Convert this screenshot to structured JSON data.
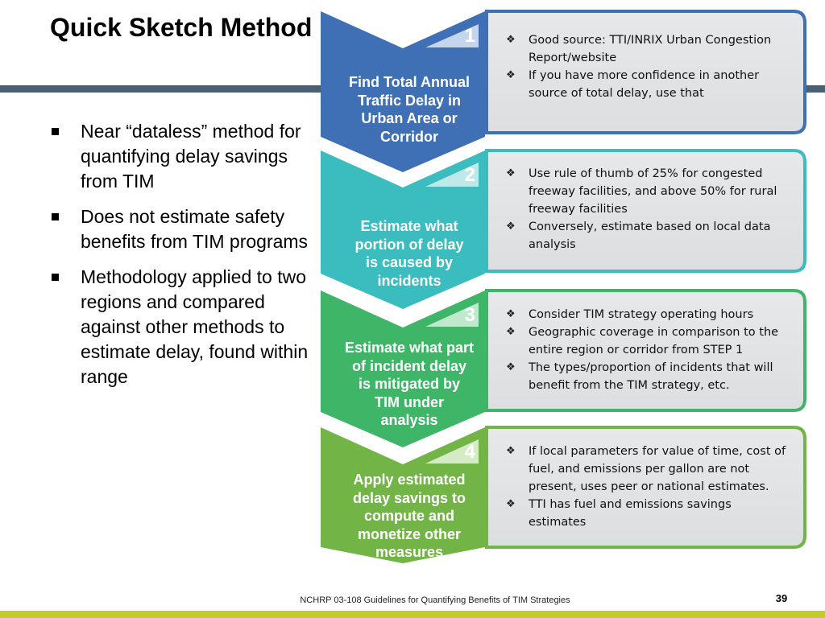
{
  "slide": {
    "title": "Quick Sketch Method",
    "bullets": [
      "Near “dataless” method for quantifying delay savings from TIM",
      "Does not estimate safety benefits from TIM programs",
      "Methodology applied to two regions and compared against other methods to estimate delay, found within range"
    ]
  },
  "steps": [
    {
      "number": "1",
      "title_lines": [
        "Find Total Annual",
        "Traffic Delay in",
        "Urban Area or",
        "Corridor"
      ],
      "color": "#3f6fb5",
      "items": [
        "Good source:  TTI/INRIX Urban Congestion Report/website",
        "If you have more confidence in another source of total delay, use that"
      ]
    },
    {
      "number": "2",
      "title_lines": [
        "Estimate what",
        "portion of delay",
        "is caused by",
        "incidents"
      ],
      "color": "#3bbcbf",
      "items": [
        "Use rule of thumb of 25% for congested freeway facilities, and above 50% for rural freeway facilities",
        "Conversely, estimate based on local data analysis"
      ]
    },
    {
      "number": "3",
      "title_lines": [
        "Estimate what part",
        "of incident delay",
        "is mitigated by",
        "TIM under",
        "analysis"
      ],
      "color": "#3fb568",
      "items": [
        "Consider TIM strategy operating hours",
        "Geographic coverage in comparison to the entire region or corridor from STEP 1",
        "The types/proportion of incidents that will benefit from the TIM strategy, etc."
      ]
    },
    {
      "number": "4",
      "title_lines": [
        "Apply estimated",
        "delay savings to",
        "compute and",
        "monetize other",
        "measures"
      ],
      "color": "#72b546",
      "items": [
        "If local parameters for value of time, cost of fuel, and emissions per gallon are not present, uses peer or national estimates.",
        "TTI has fuel and emissions savings estimates"
      ]
    }
  ],
  "footer": {
    "text": "NCHRP 03-108 Guidelines for Quantifying Benefits of TIM Strategies",
    "page": "39"
  }
}
